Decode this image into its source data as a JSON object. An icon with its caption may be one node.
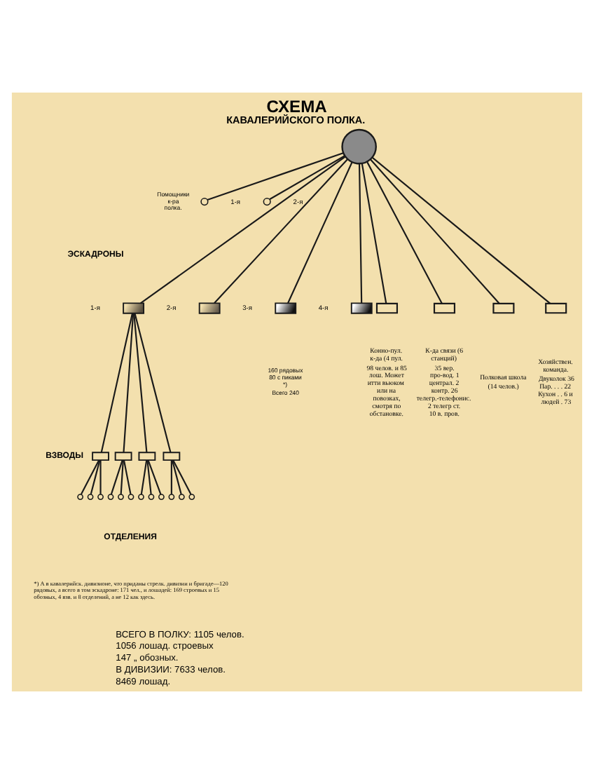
{
  "diagram": {
    "title": "СХЕМА КАВАЛЕРИЙСКОГО ПОЛКА.",
    "nodes": [
      {
        "text": [],
        "shape": "circle"
      },
      {
        "text": [],
        "shape": "circle",
        "beside": [
          "1-я"
        ]
      },
      {
        "text": [],
        "shape": "circle",
        "beside": [
          "2-я"
        ]
      },
      {
        "text": [],
        "shape": "box",
        "beside": [
          "1-я"
        ]
      },
      {
        "text": [],
        "shape": "box",
        "beside": [
          "2-я"
        ]
      },
      {
        "text": [],
        "shape": "box",
        "beside": [
          "3-я"
        ]
      },
      {
        "text": [],
        "shape": "box",
        "beside": [
          "4-я"
        ]
      },
      {
        "text": [],
        "shape": "box",
        "beside": [
          "Конно-пул. к-да (4 пул.",
          "98 челов. и 85 лош. Может итти вьюком или на повозках, смотря по обстановке."
        ]
      },
      {
        "text": [],
        "shape": "box",
        "beside": [
          "К-да связи (6 станций)",
          "35 вер. про-вод. 1 централ. 2 контр. 26 телегр.-телефонис. 2 телегр ст. 10 в. пров."
        ]
      },
      {
        "text": [],
        "shape": "box",
        "beside": [
          "Полковая школа",
          "(14 челов.)"
        ]
      },
      {
        "text": [],
        "shape": "box",
        "beside": [
          "Хозяйствен. команда.",
          "Двуколок 36 Пар. . . . 22 Кухон . . 6 и людей . 73"
        ]
      },
      {
        "text": [],
        "shape": "box"
      },
      {
        "text": [],
        "shape": "box"
      },
      {
        "text": [],
        "shape": "box"
      },
      {
        "text": [],
        "shape": "box"
      },
      {
        "text": [],
        "shape": "circle"
      },
      {
        "text": [],
        "shape": "circle"
      },
      {
        "text": [],
        "shape": "circle"
      },
      {
        "text": [],
        "shape": "circle"
      },
      {
        "text": [],
        "shape": "circle"
      },
      {
        "text": [],
        "shape": "circle"
      },
      {
        "text": [],
        "shape": "circle"
      },
      {
        "text": [],
        "shape": "circle"
      },
      {
        "text": [],
        "shape": "circle"
      },
      {
        "text": [],
        "shape": "circle"
      },
      {
        "text": [],
        "shape": "circle"
      },
      {
        "text": [],
        "shape": "circle"
      }
    ],
    "edges": [
      {
        "from": 0,
        "to": 1,
        "arrow": "none"
      },
      {
        "from": 0,
        "to": 2,
        "arrow": "none"
      },
      {
        "from": 0,
        "to": 3,
        "arrow": "none"
      },
      {
        "from": 0,
        "to": 4,
        "arrow": "none"
      },
      {
        "from": 0,
        "to": 5,
        "arrow": "none"
      },
      {
        "from": 0,
        "to": 6,
        "arrow": "none"
      },
      {
        "from": 0,
        "to": 7,
        "arrow": "none"
      },
      {
        "from": 0,
        "to": 8,
        "arrow": "none"
      },
      {
        "from": 0,
        "to": 9,
        "arrow": "none"
      },
      {
        "from": 0,
        "to": 10,
        "arrow": "none"
      },
      {
        "from": 3,
        "to": 11,
        "arrow": "none"
      },
      {
        "from": 3,
        "to": 12,
        "arrow": "none"
      },
      {
        "from": 3,
        "to": 13,
        "arrow": "none"
      },
      {
        "from": 3,
        "to": 14,
        "arrow": "none"
      },
      {
        "from": 11,
        "to": 15,
        "arrow": "none"
      },
      {
        "from": 11,
        "to": 16,
        "arrow": "none"
      },
      {
        "from": 11,
        "to": 17,
        "arrow": "none"
      },
      {
        "from": 12,
        "to": 18,
        "arrow": "none"
      },
      {
        "from": 12,
        "to": 19,
        "arrow": "none"
      },
      {
        "from": 12,
        "to": 20,
        "arrow": "none"
      },
      {
        "from": 13,
        "to": 21,
        "arrow": "none"
      },
      {
        "from": 13,
        "to": 22,
        "arrow": "none"
      },
      {
        "from": 13,
        "to": 23,
        "arrow": "none"
      },
      {
        "from": 14,
        "to": 24,
        "arrow": "none"
      },
      {
        "from": 14,
        "to": 25,
        "arrow": "none"
      },
      {
        "from": 14,
        "to": 26,
        "arrow": "none"
      }
    ],
    "labels": [
      "Помощники к-ра полка.",
      "ЭСКАДРОНЫ",
      "160 рядовых 80 с пиками *)",
      "Всего 240",
      "ВЗВОДЫ",
      "ОТДЕЛЕНИЯ",
      "*) А в кавалерийск. дивизионе, что приданы стрелк. дивизии и бригаде—120 рядовых, а всего в том эскадроне: 171 чел., и лошадей: 169 строевых и 15 обозных, 4 взв. и 8 отделений, а не 12 как здесь.",
      "ВСЕГО В ПОЛКУ: 1105 челов.",
      "1056 лошад. строевых",
      "147 „ обозных.",
      "В ДИВИЗИИ: 7633 челов.",
      "8469 лошад."
    ]
  }
}
